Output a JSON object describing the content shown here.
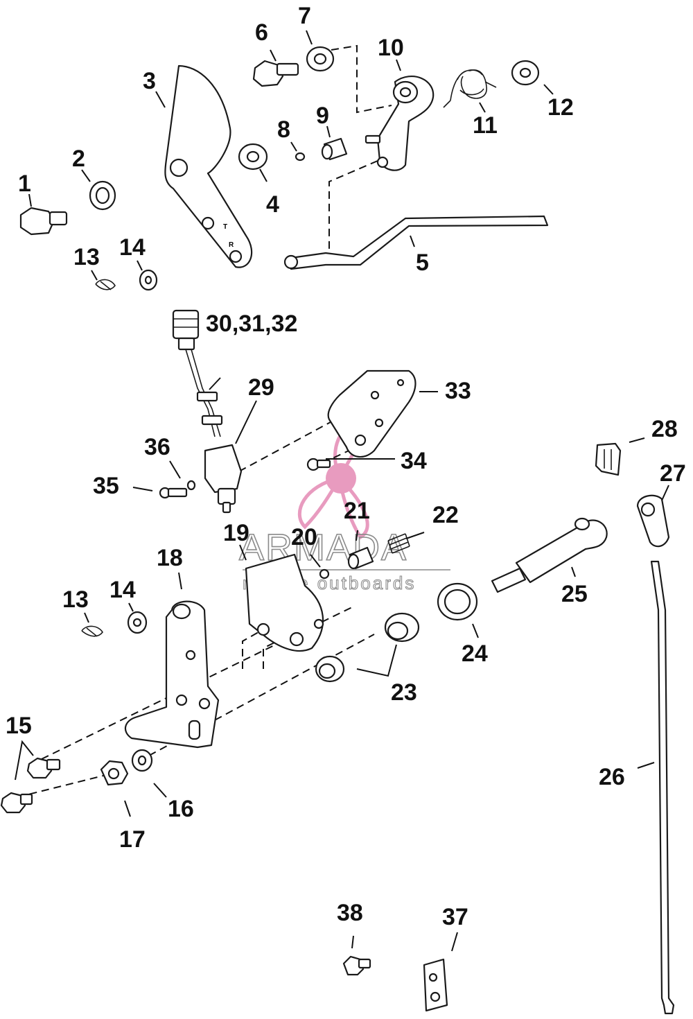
{
  "callouts": {
    "c1": "1",
    "c2": "2",
    "c3": "3",
    "c4": "4",
    "c5": "5",
    "c6": "6",
    "c7": "7",
    "c8": "8",
    "c9": "9",
    "c10": "10",
    "c11": "11",
    "c12": "12",
    "c13a": "13",
    "c14a": "14",
    "c13b": "13",
    "c14b": "14",
    "c15": "15",
    "c16": "16",
    "c17": "17",
    "c18": "18",
    "c19": "19",
    "c20": "20",
    "c21": "21",
    "c22": "22",
    "c23": "23",
    "c24": "24",
    "c25": "25",
    "c26": "26",
    "c27": "27",
    "c28": "28",
    "c29": "29",
    "c30": "30,31,32",
    "c33": "33",
    "c34": "34",
    "c35": "35",
    "c36": "36",
    "c37": "37",
    "c38": "38"
  },
  "plate_markings": {
    "t": "T",
    "r": "R"
  },
  "watermark": {
    "brand": "ARMADA",
    "tagline": "marine outboards",
    "colors": {
      "logo": "#e89bbf",
      "text": "#8a8a8a"
    }
  }
}
